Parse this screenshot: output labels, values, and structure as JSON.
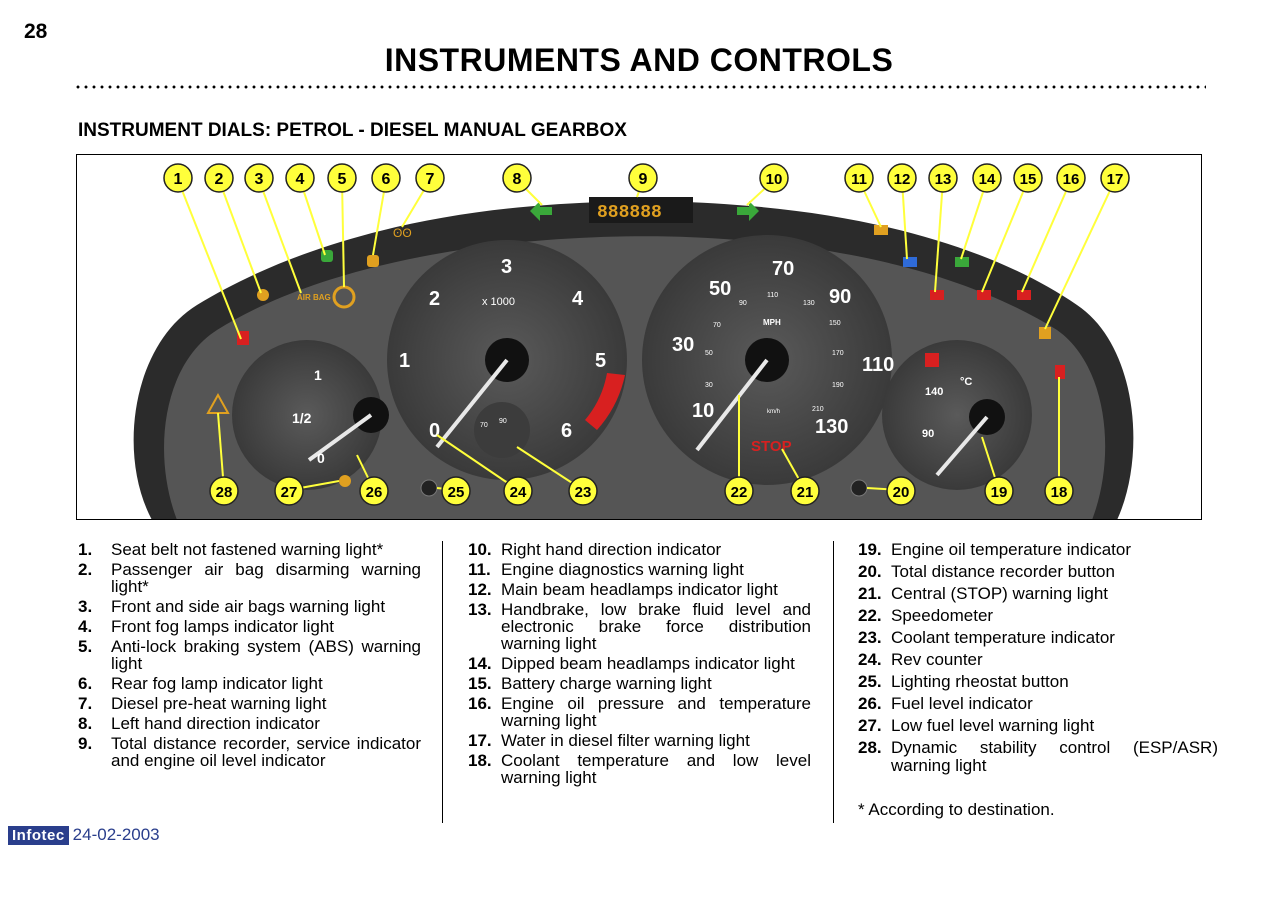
{
  "page_number": "28",
  "title": "INSTRUMENTS AND CONTROLS",
  "subtitle": "INSTRUMENT DIALS: PETROL - DIESEL MANUAL GEARBOX",
  "diagram": {
    "callout_labels": [
      "1",
      "2",
      "3",
      "4",
      "5",
      "6",
      "7",
      "8",
      "9",
      "10",
      "11",
      "12",
      "13",
      "14",
      "15",
      "16",
      "17",
      "18",
      "19",
      "20",
      "21",
      "22",
      "23",
      "24",
      "25",
      "26",
      "27",
      "28"
    ],
    "display_text": "888888",
    "rev_counter": {
      "unit_label": "x 1000",
      "ticks": [
        "0",
        "1",
        "2",
        "3",
        "4",
        "5",
        "6"
      ]
    },
    "speedometer": {
      "kmh_ticks": [
        "10",
        "30",
        "50",
        "70",
        "90",
        "110",
        "130"
      ],
      "mph_ticks": [
        "70",
        "90",
        "110",
        "130",
        "150",
        "170",
        "190",
        "210"
      ],
      "mph_inner": [
        "30",
        "50"
      ],
      "mph_label": "MPH",
      "kmh_label": "km/h",
      "stop_label": "STOP"
    },
    "fuel_gauge": {
      "ticks": [
        "0",
        "1/2",
        "1"
      ]
    },
    "oil_temp_gauge": {
      "ticks": [
        "90",
        "140"
      ],
      "unit": "°C"
    },
    "coolant_mini_gauge": {
      "ticks": [
        "70",
        "90"
      ]
    },
    "colors": {
      "panel": "#2b2b2b",
      "dial_face": "#474747",
      "callout": "#ffff3b",
      "warning_red": "#d82020",
      "amber": "#e0a020",
      "green": "#3aa83a",
      "blue": "#2f6bd8"
    }
  },
  "legend": {
    "col1": [
      {
        "num": "1.",
        "text": "Seat belt not fastened warning light*"
      },
      {
        "num": "2.",
        "text": "Passenger air bag disarming warning light*"
      },
      {
        "num": "3.",
        "text": "Front and side air bags warning light"
      },
      {
        "num": "4.",
        "text": "Front fog lamps indicator light"
      },
      {
        "num": "5.",
        "text": "Anti-lock braking system (ABS) warning light"
      },
      {
        "num": "6.",
        "text": "Rear fog lamp indicator light"
      },
      {
        "num": "7.",
        "text": "Diesel pre-heat warning light"
      },
      {
        "num": "8.",
        "text": "Left hand direction indicator"
      },
      {
        "num": "9.",
        "text": "Total distance recorder, service indicator and engine oil level indicator"
      }
    ],
    "col2": [
      {
        "num": "10.",
        "text": "Right hand direction indicator"
      },
      {
        "num": "11.",
        "text": "Engine diagnostics warning light"
      },
      {
        "num": "12.",
        "text": "Main beam headlamps indicator light"
      },
      {
        "num": "13.",
        "text": "Handbrake, low brake fluid level and electronic brake force distribution warning light"
      },
      {
        "num": "14.",
        "text": "Dipped beam headlamps indicator light"
      },
      {
        "num": "15.",
        "text": "Battery charge warning light"
      },
      {
        "num": "16.",
        "text": "Engine oil pressure and temperature warning light"
      },
      {
        "num": "17.",
        "text": "Water in diesel filter warning light"
      },
      {
        "num": "18.",
        "text": "Coolant temperature and low level warning light"
      }
    ],
    "col3": [
      {
        "num": "19.",
        "text": "Engine oil temperature indicator"
      },
      {
        "num": "20.",
        "text": "Total distance recorder button"
      },
      {
        "num": "21.",
        "text": "Central (STOP) warning light"
      },
      {
        "num": "22.",
        "text": "Speedometer"
      },
      {
        "num": "23.",
        "text": "Coolant temperature indicator"
      },
      {
        "num": "24.",
        "text": "Rev counter"
      },
      {
        "num": "25.",
        "text": "Lighting rheostat button"
      },
      {
        "num": "26.",
        "text": "Fuel level indicator"
      },
      {
        "num": "27.",
        "text": "Low fuel level warning light"
      },
      {
        "num": "28.",
        "text": "Dynamic stability control (ESP/ASR) warning light"
      }
    ],
    "footnote": "* According to destination."
  },
  "footer": {
    "logo": "Infotec",
    "date": "24-02-2003"
  }
}
